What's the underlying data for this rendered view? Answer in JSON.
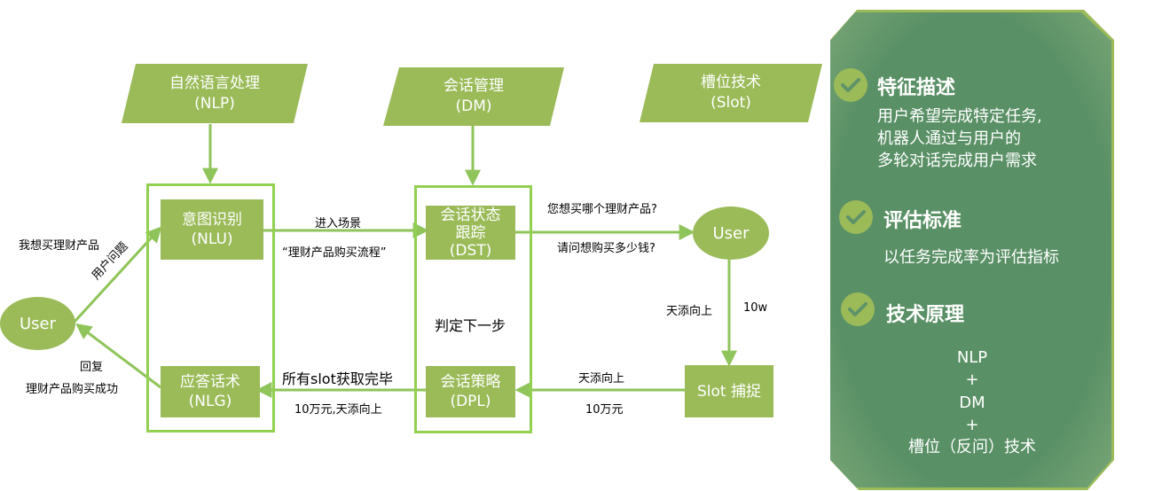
{
  "colors": {
    "node_fill": "#9bbb59",
    "frame_border": "#92d050",
    "arrow": "#8fc45a",
    "panel_fill": "#5e9268",
    "text_light": "#ffffff",
    "text_dark": "#000000"
  },
  "headers": {
    "nlp": {
      "line1": "自然语言处理",
      "line2": "(NLP)"
    },
    "dm": {
      "line1": "会话管理",
      "line2": "(DM)"
    },
    "slot": {
      "line1": "槽位技术",
      "line2": "(Slot)"
    }
  },
  "nodes": {
    "nlu": {
      "line1": "意图识别",
      "line2": "(NLU)"
    },
    "nlg": {
      "line1": "应答话术",
      "line2": "(NLG)"
    },
    "dst": {
      "line1": "会话状态",
      "line2": "跟踪",
      "line3": "(DST)"
    },
    "dpl": {
      "line1": "会话策略",
      "line2": "(DPL)"
    },
    "slot_capture": "Slot 捕捉",
    "user_left": "User",
    "user_right": "User"
  },
  "labels": {
    "user_says": "我想买理财产品",
    "user_question": "用户问题",
    "reply": "回复",
    "reply_text": "理财产品购买成功",
    "enter_scene": "进入场景",
    "scene_name": "“理财产品购买流程”",
    "decide_next": "判定下一步",
    "ask_product": "您想买哪个理财产品?",
    "ask_amount": "请问想购买多少钱?",
    "answer_product": "天添向上",
    "answer_amount": "10w",
    "slot_product": "天添向上",
    "slot_amount": "10万元",
    "all_slots_done": "所有slot获取完毕",
    "slots_result": "10万元,天添向上"
  },
  "panel": {
    "sections": [
      {
        "title": "特征描述",
        "lines": [
          "用户希望完成特定任务,",
          "机器人通过与用户的",
          "多轮对话完成用户需求"
        ]
      },
      {
        "title": "评估标准",
        "lines": [
          "以任务完成率为评估指标"
        ]
      },
      {
        "title": "技术原理",
        "lines": [
          "NLP",
          "+",
          "DM",
          "+",
          "槽位（反问）技术"
        ]
      }
    ]
  }
}
